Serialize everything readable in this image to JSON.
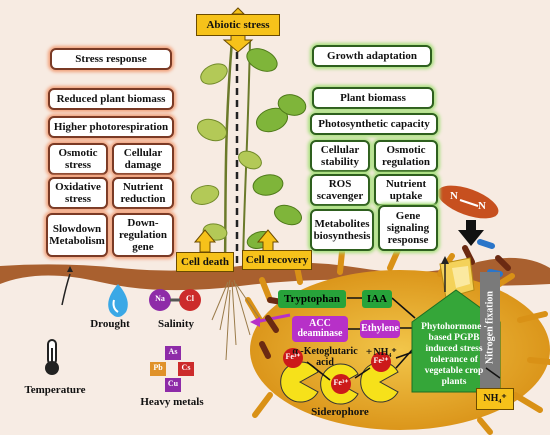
{
  "header": {
    "abiotic_stress": "Abiotic stress"
  },
  "left_boxes": {
    "stress_response": "Stress response",
    "reduced_biomass": "Reduced plant biomass",
    "photorespiration": "Higher photorespiration",
    "osmotic_stress": "Osmotic stress",
    "cellular_damage": "Cellular damage",
    "oxidative_stress": "Oxidative stress",
    "nutrient_reduction": "Nutrient reduction",
    "slowdown_metabolism": "Slowdown Metabolism",
    "downregulation_gene": "Down-regulation gene"
  },
  "right_boxes": {
    "growth_adaptation": "Growth adaptation",
    "plant_biomass": "Plant biomass",
    "photosynthetic_capacity": "Photosynthetic capacity",
    "cellular_stability": "Cellular stability",
    "osmotic_regulation": "Osmotic regulation",
    "ros_scavenger": "ROS scavenger",
    "nutrient_uptake": "Nutrient uptake",
    "metabolites_biosynthesis": "Metabolites biosynthesis",
    "gene_signaling": "Gene signaling response"
  },
  "arrows": {
    "cell_death": "Cell death",
    "cell_recovery": "Cell recovery"
  },
  "stressors": {
    "drought": "Drought",
    "salinity": "Salinity",
    "temperature": "Temperature",
    "heavy_metals": "Heavy metals",
    "na": "Na",
    "cl": "Cl",
    "as": "As",
    "pb": "Pb",
    "cs": "Cs",
    "cu": "Cu"
  },
  "pathway": {
    "tryptophan": "Tryptophan",
    "iaa": "IAA",
    "acc_deaminase": "ACC deaminase",
    "ethylene": "Ethylene",
    "ketoglutaric": "α -Ketoglutaric acid",
    "plus": "+",
    "nh4": "NH₄⁺",
    "phytohormone": "Phytohormone -based PGPB induced stress tolerance of vegetable crop plants",
    "fe1": "Fe³⁺",
    "fe2": "Fe³⁺",
    "fe3": "Fe²⁺",
    "siderophore": "Siderophore",
    "nitrogen_fixation": "Nitrogen fixation",
    "nh4_out": "NH₄⁺",
    "n_left": "N",
    "n_right": "N"
  },
  "colors": {
    "soil": "#a9602f",
    "background_warm": "#f5e9e0",
    "bacteria_cloud": "#e6a521",
    "red_glow": "#f2a27c",
    "green_glow": "#a9e07f",
    "banner_yellow": "#f6c21a",
    "pill_green": "#27a33a",
    "pill_purple": "#b730c8"
  }
}
